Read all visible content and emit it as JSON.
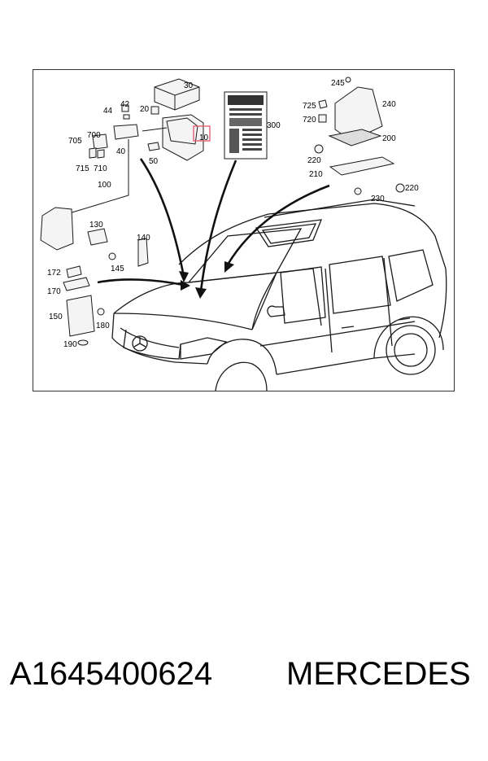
{
  "diagram": {
    "callouts": {
      "c30": "30",
      "c44": "44",
      "c42": "42",
      "c20": "20",
      "c700": "700",
      "c705": "705",
      "c40": "40",
      "c715": "715",
      "c710": "710",
      "c10": "10",
      "c50": "50",
      "c100": "100",
      "c130": "130",
      "c140": "140",
      "c145": "145",
      "c172": "172",
      "c170": "170",
      "c150": "150",
      "c180": "180",
      "c190": "190",
      "c300": "300",
      "c245": "245",
      "c240": "240",
      "c725": "725",
      "c720": "720",
      "c200": "200",
      "c220a": "220",
      "c210": "210",
      "c220b": "220",
      "c230": "230"
    },
    "colors": {
      "line": "#1a1a1a",
      "frame": "#333333",
      "highlight": "#e06070",
      "part_fill": "#f4f4f4"
    }
  },
  "footer": {
    "part_number": "A1645400624",
    "brand": "MERCEDES"
  }
}
